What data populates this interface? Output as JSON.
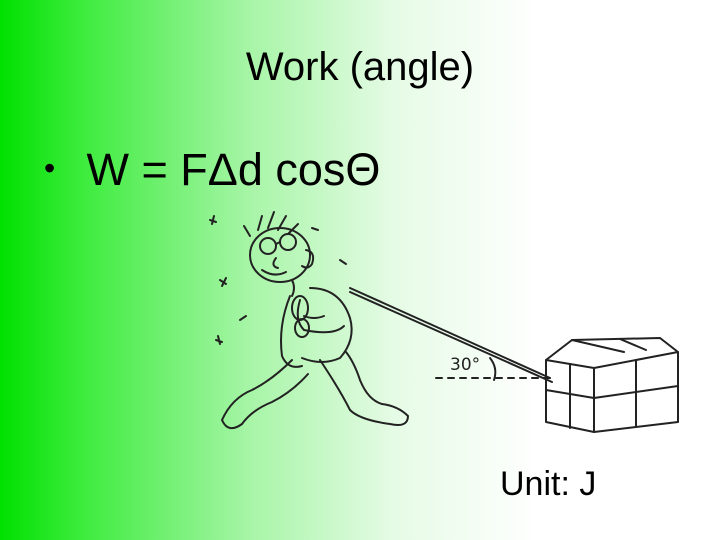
{
  "slide": {
    "title": "Work (angle)",
    "bullet": {
      "symbol": "•",
      "formula": "W = FΔd cosΘ"
    },
    "illustration": {
      "angle_label": "30°",
      "icons": [
        "person-pulling-icon",
        "rope-icon",
        "box-icon"
      ]
    },
    "unit_label": "Unit: J"
  },
  "colors": {
    "gradient_left": "#00e000",
    "gradient_right": "#ffffff",
    "text": "#000000"
  }
}
